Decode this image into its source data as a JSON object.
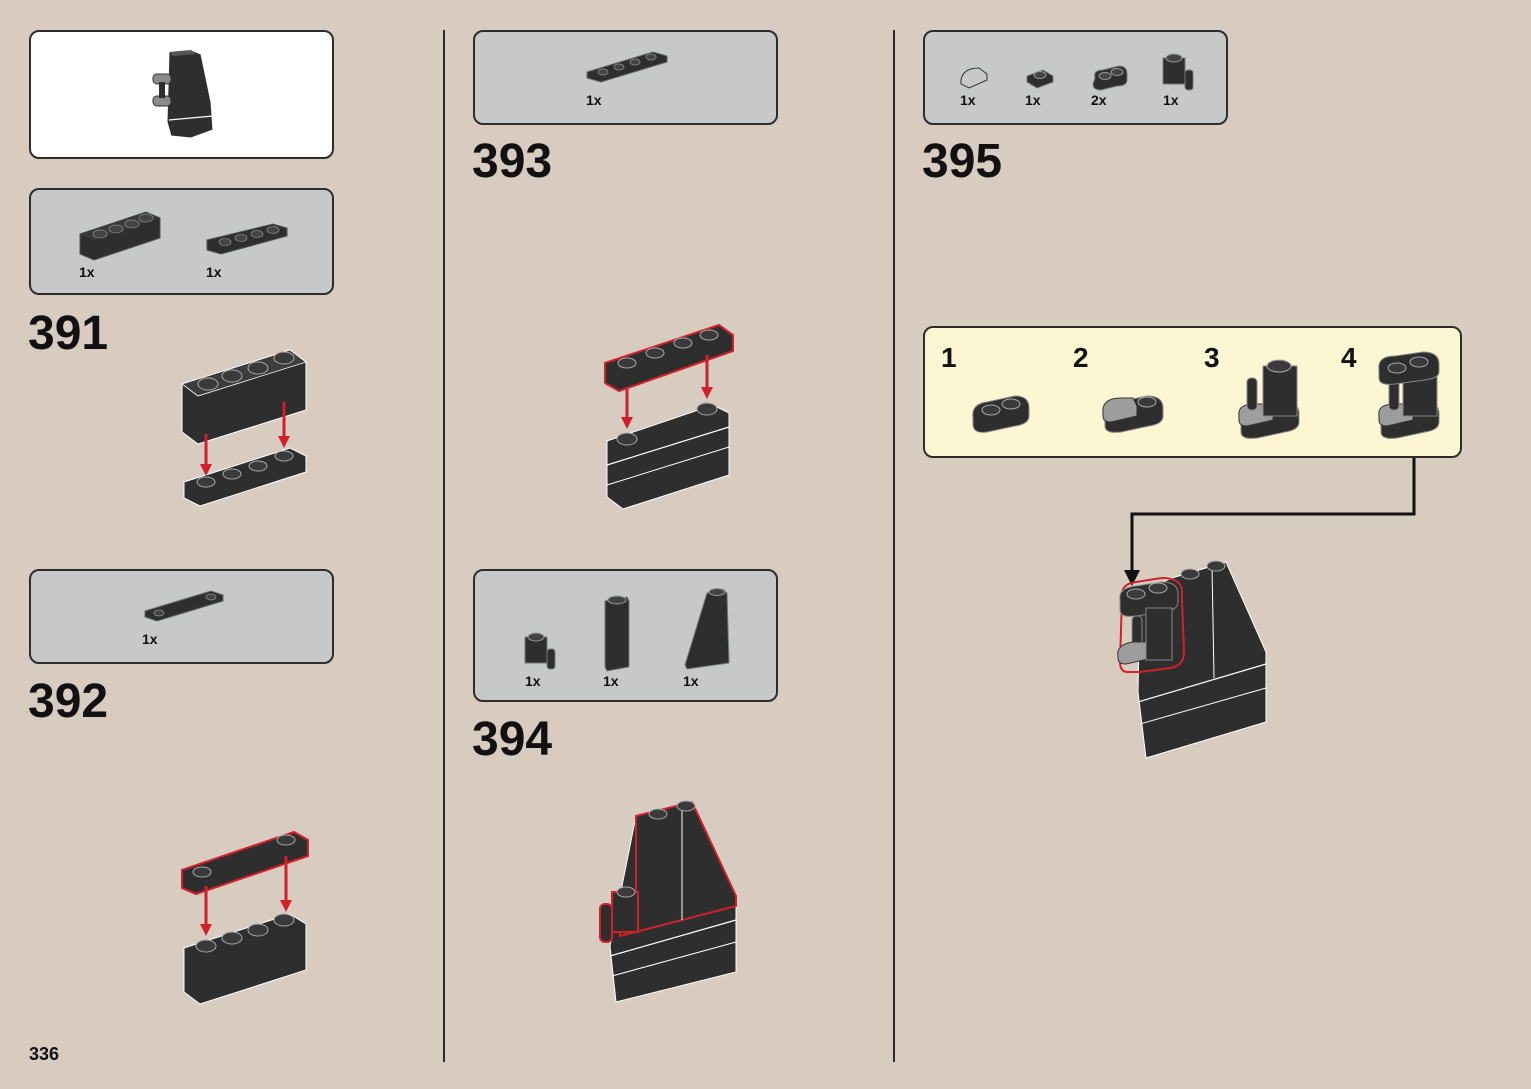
{
  "page": {
    "number": "336"
  },
  "colors": {
    "background": "#d8ccc1",
    "parts_panel": "#c7c8c8",
    "preview_panel": "#ffffff",
    "subassembly_panel": "#fcf6d3",
    "brick_dark": "#2e2e2e",
    "brick_light_gray": "#a0a0a0",
    "highlight_red": "#d0202a"
  },
  "preview": {
    "icon": "assembly-preview"
  },
  "steps": [
    {
      "number": "391",
      "parts": [
        {
          "qty": "1x",
          "icon": "brick-1x4-dark"
        },
        {
          "qty": "1x",
          "icon": "plate-1x4-dark"
        }
      ]
    },
    {
      "number": "392",
      "parts": [
        {
          "qty": "1x",
          "icon": "tile-1x4-dark"
        }
      ]
    },
    {
      "number": "393",
      "parts": [
        {
          "qty": "1x",
          "icon": "plate-1x4-dark"
        }
      ]
    },
    {
      "number": "394",
      "parts": [
        {
          "qty": "1x",
          "icon": "brick-1x1-clip-dark"
        },
        {
          "qty": "1x",
          "icon": "brick-1x1x3-dark"
        },
        {
          "qty": "1x",
          "icon": "slope-1x2x3-dark"
        }
      ]
    },
    {
      "number": "395",
      "parts": [
        {
          "qty": "1x",
          "icon": "tile-round-light-gray"
        },
        {
          "qty": "1x",
          "icon": "plate-1x1-dark"
        },
        {
          "qty": "2x",
          "icon": "plate-1x2-rounded-dark"
        },
        {
          "qty": "1x",
          "icon": "brick-1x1-clip-dark"
        }
      ],
      "substeps": [
        "1",
        "2",
        "3",
        "4"
      ]
    }
  ]
}
